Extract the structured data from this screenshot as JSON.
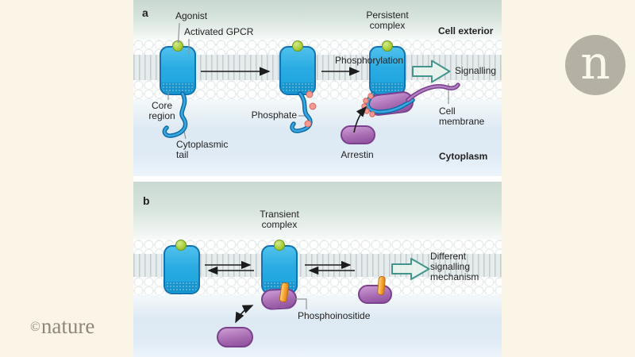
{
  "branding": {
    "logo_letter": "n",
    "copyright_symbol": "©",
    "copyright_name": "nature"
  },
  "colors": {
    "background_cream": "#faf5e6",
    "receptor_blue": "#2aabe2",
    "receptor_border": "#1272b2",
    "agonist_green": "#a9cf3b",
    "arrestin_purple": "#a76cb2",
    "phosphate_pink": "#f59a92",
    "phosphoinositide_orange": "#f5a52f",
    "signal_arrow_green": "#43948a",
    "membrane_head_white": "#ffffff"
  },
  "panel_a": {
    "id_label": "a",
    "labels": {
      "agonist": "Agonist",
      "activated_gpcr": "Activated GPCR",
      "phosphorylation": "Phosphorylation",
      "persistent_complex": "Persistent\ncomplex",
      "cell_exterior": "Cell exterior",
      "signalling": "Signalling",
      "core_region": "Core\nregion",
      "cytoplasmic_tail": "Cytoplasmic\ntail",
      "phosphate": "Phosphate",
      "arrestin": "Arrestin",
      "cell_membrane": "Cell\nmembrane",
      "cytoplasm": "Cytoplasm"
    }
  },
  "panel_b": {
    "id_label": "b",
    "labels": {
      "transient_complex": "Transient\ncomplex",
      "different_signalling": "Different\nsignalling\nmechanism",
      "phosphoinositide": "Phosphoinositide"
    }
  }
}
